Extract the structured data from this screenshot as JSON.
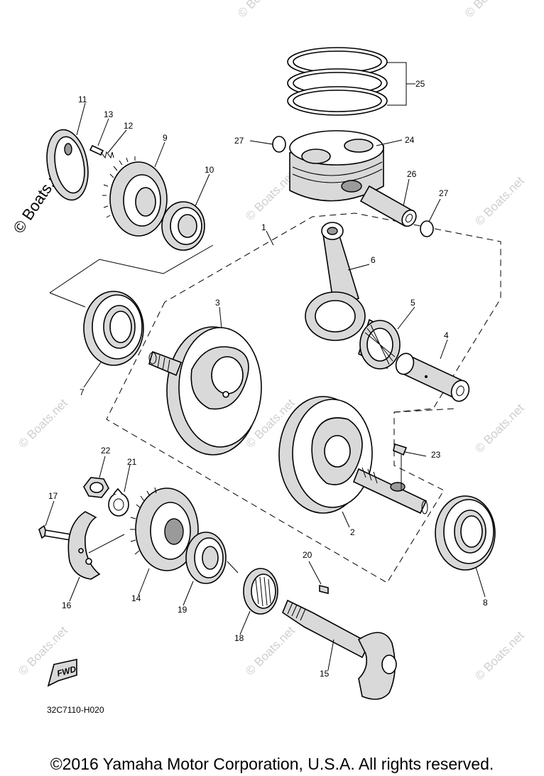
{
  "watermark": {
    "text": "© Boats.net",
    "color": "#cfcfcf"
  },
  "part_labels": {
    "p1": "1",
    "p2": "2",
    "p3": "3",
    "p4": "4",
    "p5": "5",
    "p6": "6",
    "p7": "7",
    "p8": "8",
    "p9": "9",
    "p10": "10",
    "p11": "11",
    "p12": "12",
    "p13": "13",
    "p14": "14",
    "p15": "15",
    "p16": "16",
    "p17": "17",
    "p18": "18",
    "p19": "19",
    "p20": "20",
    "p21": "21",
    "p22": "22",
    "p23": "23",
    "p24": "24",
    "p25": "25",
    "p26": "26",
    "p27a": "27",
    "p27b": "27"
  },
  "fwd_label": "FWD",
  "diagram_code": "32C7110-H020",
  "copyright": "©2016 Yamaha Motor Corporation, U.S.A. All rights reserved."
}
